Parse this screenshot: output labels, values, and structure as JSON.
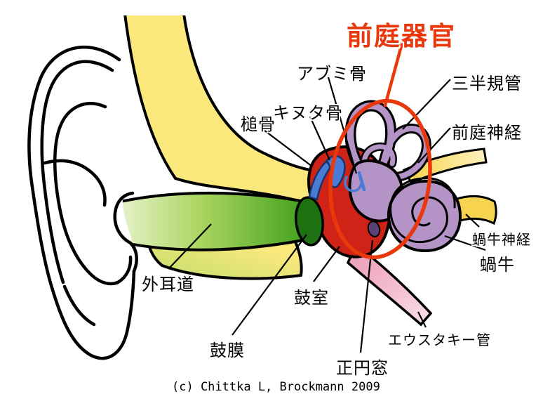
{
  "diagram": {
    "title": "前庭器官",
    "credit": "(c) Chittka L, Brockmann 2009",
    "labels": {
      "ear_canal": "外耳道",
      "eardrum": "鼓膜",
      "malleus": "槌骨",
      "incus": "キヌタ骨",
      "stapes": "アブミ骨",
      "tympanic_cavity": "鼓室",
      "semicircular_canals": "三半規管",
      "vestibular_nerve": "前庭神経",
      "cochlear_nerve": "蝸牛神経",
      "cochlea": "蝸牛",
      "eustachian_tube": "エウスタキー管",
      "round_window": "正円窓"
    },
    "colors": {
      "highlight_red": "#e8380c",
      "bone_yellow": "#fbe87d",
      "canal_green": "#3f9f1c",
      "eardrum_green": "#1f7212",
      "cavity_red": "#cf2318",
      "inner_ear_purple": "#b493c6",
      "round_window_purple": "#5c4178",
      "nerve_yellow": "#f6d44e",
      "tube_pink": "#f2b9cc",
      "ossicle_blue": "#4a7cd6"
    }
  }
}
